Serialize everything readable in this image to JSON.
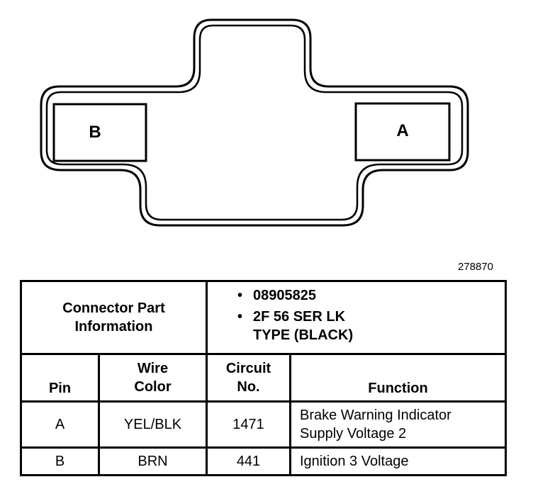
{
  "connector": {
    "pins": [
      {
        "id": "B"
      },
      {
        "id": "A"
      }
    ]
  },
  "diagram_id": "278870",
  "table": {
    "part_info_label_line1": "Connector Part",
    "part_info_label_line2": "Information",
    "part_numbers": [
      "08905825",
      "2F 56 SER LK",
      "TYPE (BLACK)"
    ],
    "headers": {
      "pin": "Pin",
      "wire_color_line1": "Wire",
      "wire_color_line2": "Color",
      "circuit_line1": "Circuit",
      "circuit_line2": "No.",
      "function": "Function"
    },
    "rows": [
      {
        "pin": "A",
        "wire_color": "YEL/BLK",
        "circuit": "1471",
        "function_line1": "Brake Warning Indicator",
        "function_line2": "Supply Voltage 2"
      },
      {
        "pin": "B",
        "wire_color": "BRN",
        "circuit": "441",
        "function_line1": "Ignition 3 Voltage",
        "function_line2": ""
      }
    ]
  }
}
